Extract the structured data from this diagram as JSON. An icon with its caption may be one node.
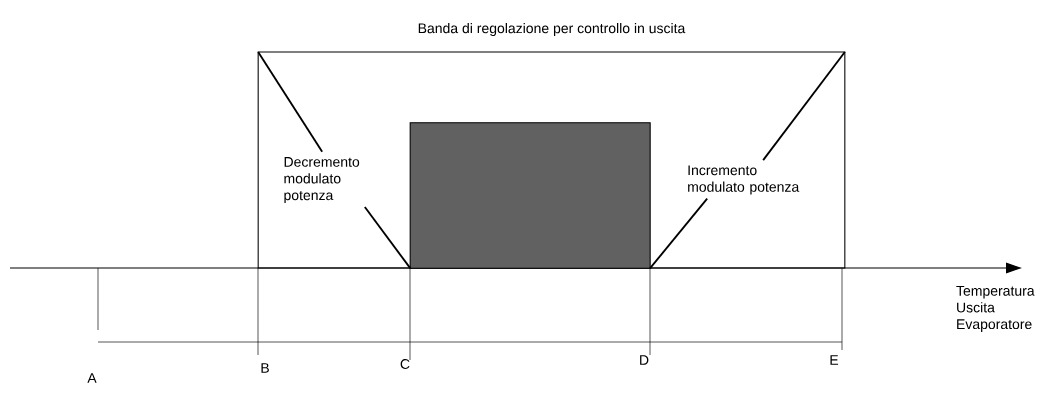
{
  "diagram": {
    "nodes": [
      {
        "text": [
          "Banda di regolazione per controllo in uscita"
        ]
      },
      {
        "text": [
          "Decremento modulato potenza"
        ],
        "in": 0
      },
      {
        "text": [],
        "shape": "box",
        "in": 0
      },
      {
        "text": [
          "Incremento modulato potenza"
        ],
        "in": 0
      }
    ],
    "edges": [
      {
        "from": 0,
        "to": 1,
        "arrow": "none"
      },
      {
        "from": 1,
        "to": 2,
        "arrow": "none"
      },
      {
        "from": 2,
        "to": 3,
        "arrow": "none"
      },
      {
        "from": 3,
        "to": 0,
        "arrow": "none"
      }
    ],
    "labels": [
      "A",
      "B",
      "C",
      "D",
      "E",
      "Temperatura Uscita Evaporatore"
    ]
  }
}
